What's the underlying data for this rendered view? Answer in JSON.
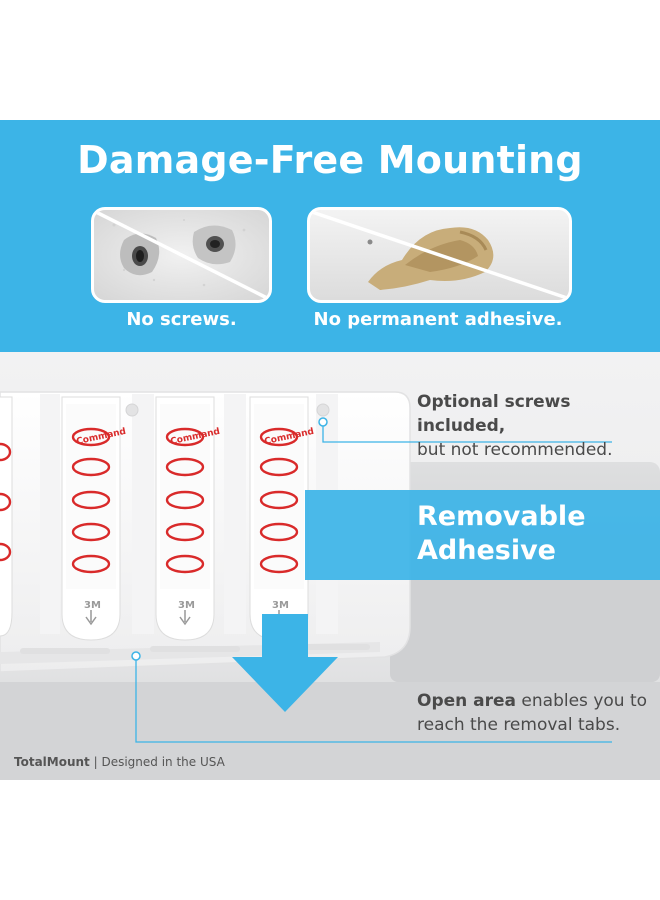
{
  "headline": "Damage-Free Mounting",
  "comparisons": [
    {
      "caption": "No screws."
    },
    {
      "caption": "No permanent adhesive."
    }
  ],
  "callouts": {
    "screws": {
      "line1": "Optional screws included,",
      "line2": "but not recommended."
    },
    "removable": {
      "line1": "Removable",
      "line2": "Adhesive"
    },
    "open_area": {
      "bold": "Open area",
      "rest": " enables you to",
      "line2": "reach the removal tabs."
    }
  },
  "strips": {
    "brand": "Command",
    "tab_label": "3M"
  },
  "footer": {
    "brand": "TotalMount",
    "separator": " | ",
    "tagline": "Designed in the USA"
  },
  "colors": {
    "accent_blue": "#3cb4e7",
    "brand_red": "#d92a2a",
    "text_gray": "#4a4a4a"
  }
}
